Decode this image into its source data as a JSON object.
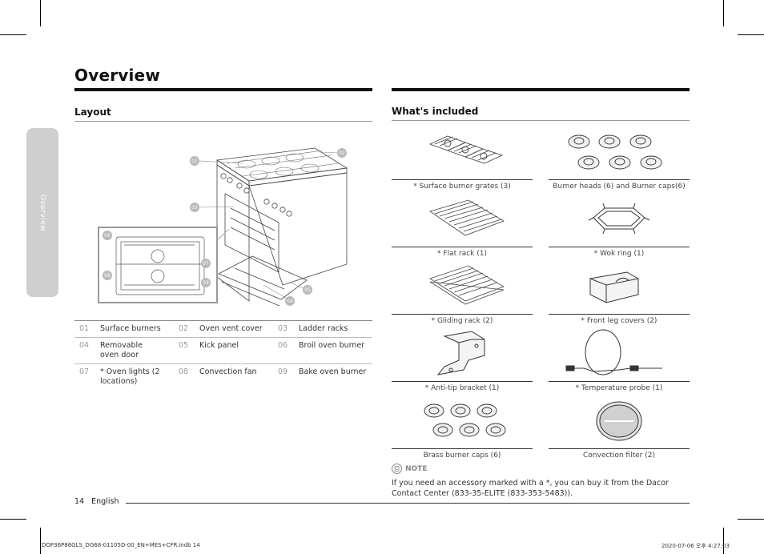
{
  "page": {
    "title": "Overview",
    "side_tab": "Overview",
    "footer": {
      "page_number": "14",
      "language": "English"
    },
    "print_meta": {
      "file": "DOP36P86GLS_DG68-01105D-00_EN+MES+CFR.indb   14",
      "timestamp": "2020-07-06   오후 4:27:03"
    }
  },
  "layout": {
    "heading": "Layout",
    "callouts": [
      "01",
      "02",
      "03",
      "04",
      "05",
      "06",
      "07",
      "08",
      "09"
    ],
    "parts": [
      {
        "num": "01",
        "label": "Surface burners"
      },
      {
        "num": "02",
        "label": "Oven vent cover"
      },
      {
        "num": "03",
        "label": "Ladder racks"
      },
      {
        "num": "04",
        "label": "Removable oven door"
      },
      {
        "num": "05",
        "label": "Kick panel"
      },
      {
        "num": "06",
        "label": "Broil oven burner"
      },
      {
        "num": "07",
        "label": "* Oven lights (2 locations)"
      },
      {
        "num": "08",
        "label": "Convection fan"
      },
      {
        "num": "09",
        "label": "Bake oven burner"
      }
    ]
  },
  "included": {
    "heading": "What's included",
    "items": [
      {
        "label": "* Surface burner grates (3)",
        "icon": "grates-icon"
      },
      {
        "label": "Burner heads (6) and Burner caps(6)",
        "icon": "burner-heads-icon"
      },
      {
        "label": "* Flat rack (1)",
        "icon": "flat-rack-icon"
      },
      {
        "label": "* Wok ring (1)",
        "icon": "wok-ring-icon"
      },
      {
        "label": "* Gliding rack (2)",
        "icon": "gliding-rack-icon"
      },
      {
        "label": "* Front leg covers (2)",
        "icon": "leg-cover-icon"
      },
      {
        "label": "* Anti-tip bracket (1)",
        "icon": "anti-tip-bracket-icon"
      },
      {
        "label": "* Temperature probe (1)",
        "icon": "temperature-probe-icon"
      },
      {
        "label": "Brass burner caps (6)",
        "icon": "brass-caps-icon"
      },
      {
        "label": "Convection filter (2)",
        "icon": "convection-filter-icon"
      }
    ],
    "note": {
      "label": "NOTE",
      "text": "If you need an accessory marked with a *, you can buy it from the Dacor Contact Center (833-35-ELITE (833-353-5483))."
    }
  }
}
